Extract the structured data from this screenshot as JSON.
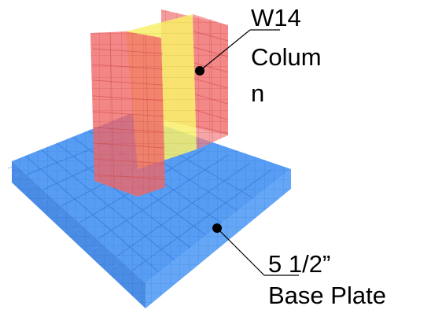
{
  "labels": {
    "column": {
      "lines": [
        "W14",
        "Colum",
        "n"
      ]
    },
    "base_plate": {
      "lines": [
        "5 1/2”",
        "Base Plate"
      ]
    }
  },
  "colors": {
    "plate": "#2f86f0",
    "column": "#f06a6a",
    "web": "#f8f468",
    "leader": "#000000"
  }
}
